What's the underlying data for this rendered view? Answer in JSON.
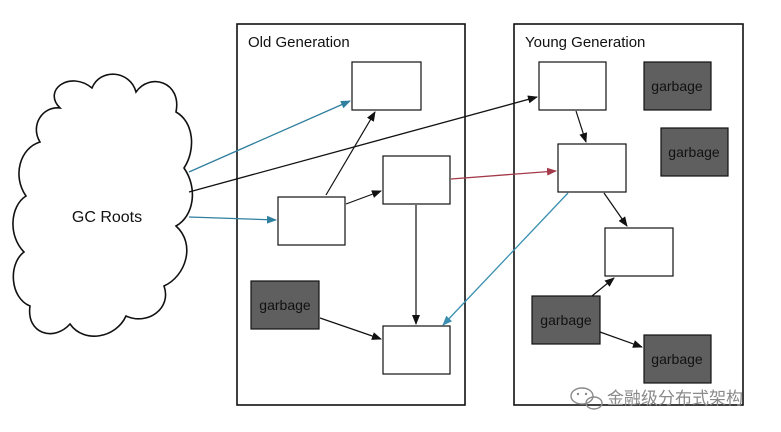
{
  "regions": {
    "old": {
      "label": "Old Generation"
    },
    "young": {
      "label": "Young Generation"
    }
  },
  "roots": {
    "label": "GC Roots"
  },
  "garbage_label": "garbage",
  "watermark": {
    "text": "金融级分布式架构"
  },
  "colors": {
    "stroke": "#111111",
    "garbage_fill": "#5f5f5f",
    "root_arrow": "#2f7f9e",
    "cross_arrow": "#a33a4a",
    "back_arrow": "#3a8fb0"
  }
}
